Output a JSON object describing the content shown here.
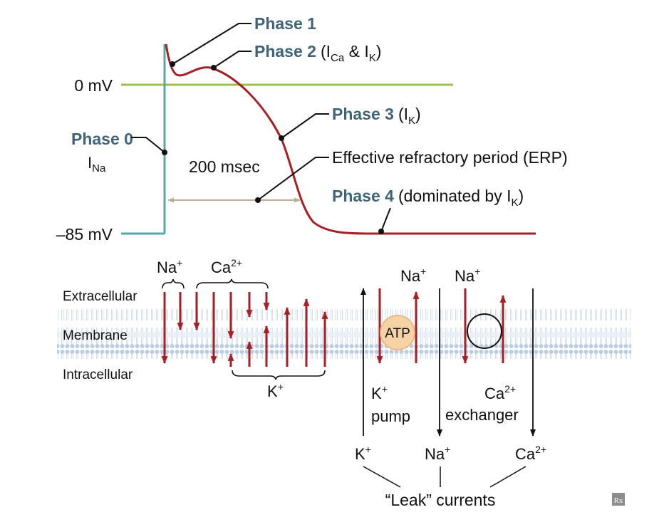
{
  "axis": {
    "zero_mv": "0 mV",
    "rest_mv": "–85 mV"
  },
  "phases": {
    "p0": "Phase 0",
    "p0_current": "I",
    "p0_current_sub": "Na",
    "p1": "Phase 1",
    "p2": "Phase 2",
    "p2_paren_open": "(I",
    "p2_sub1": "Ca",
    "p2_mid": " & I",
    "p2_sub2": "K",
    "p2_paren_close": ")",
    "p3": "Phase 3",
    "p3_paren_open": "(I",
    "p3_sub": "K",
    "p3_paren_close": ")",
    "p4": "Phase 4",
    "p4_text": "(dominated by I",
    "p4_sub": "K",
    "p4_paren_close": ")"
  },
  "erp_label": "Effective refractory period (ERP)",
  "duration_label": "200 msec",
  "membrane": {
    "extracellular": "Extracellular",
    "membrane": "Membrane",
    "intracellular": "Intracellular"
  },
  "ions": {
    "na_left": "Na",
    "na_left_sup": "+",
    "ca_left": "Ca",
    "ca_left_sup": "2+",
    "k_left": "K",
    "k_left_sup": "+",
    "na_pump": "Na",
    "na_pump_sup": "+",
    "na_exch": "Na",
    "na_exch_sup": "+",
    "atp": "ATP",
    "k_pump": "K",
    "k_pump_sup": "+",
    "pump": "pump",
    "ca_exch": "Ca",
    "ca_exch_sup": "2+",
    "exchanger": "exchanger",
    "leak_k": "K",
    "leak_k_sup": "+",
    "leak_na": "Na",
    "leak_na_sup": "+",
    "leak_ca": "Ca",
    "leak_ca_sup": "2+",
    "leak_label": "“Leak” currents"
  },
  "badge": "Rx",
  "colors": {
    "ap_curve": "#a51f24",
    "upstroke": "#5aa6a6",
    "zero_line": "#9bbf4a",
    "phase_text": "#3f6477",
    "arrow_red": "#a51f24",
    "membrane": "#c9d8e8"
  }
}
